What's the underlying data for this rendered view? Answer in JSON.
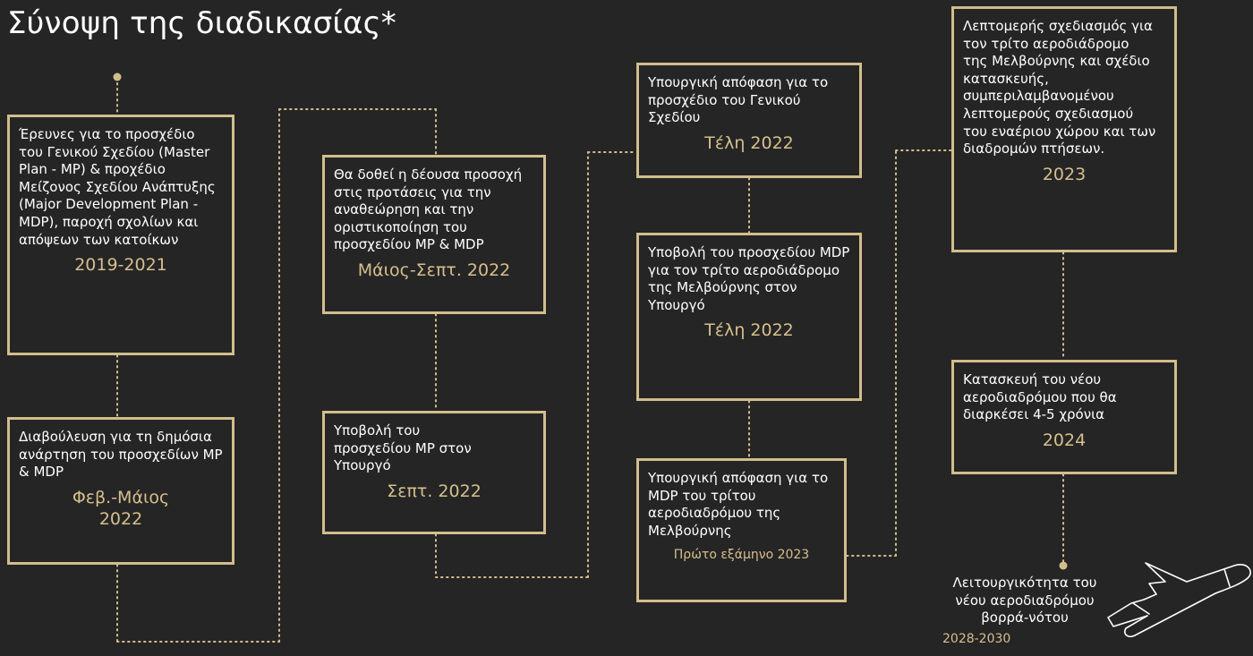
{
  "title": "Σύνοψη της διαδικασίας*",
  "steps": [
    {
      "desc": "Έρευνες για το προσχέδιο του Γενικού Σχεδίου (Master Plan - MP) & προχέδιο Μείζονος Σχεδίου Ανάπτυξης (Major Development Plan - MDP), παροχή σχολίων και απόψεων των κατοίκων",
      "date": "2019-2021"
    },
    {
      "desc": "Διαβούλευση για τη δημόσια ανάρτηση του προσχεδίων MP & MDP",
      "date": "Φεβ.-Μάιος 2022"
    },
    {
      "desc": "Θα δοθεί η δέουσα προσοχή στις προτάσεις για την αναθεώρηση και την οριστικοποίηση του προσχεδίου MP & MDP",
      "date": "Μάιος-Σεπτ. 2022"
    },
    {
      "desc": "Υποβολή του προσχεδίου MP στον Υπουργό",
      "date": "Σεπτ. 2022"
    },
    {
      "desc": "Υπουργική απόφαση για το προσχέδιο του Γενικού Σχεδίου",
      "date": "Τέλη 2022"
    },
    {
      "desc": "Υποβολή του προσχεδίου MDP για τον τρίτο αεροδιάδρομο της Μελβούρνης στον Υπουργό",
      "date": "Τέλη 2022"
    },
    {
      "desc": "Υπουργική απόφαση για το MDP του τρίτου αεροδιαδρόμου της Μελβούρνης",
      "date": "Πρώτο εξάμηνο 2023"
    },
    {
      "desc": "Λεπτομερής σχεδιασμός για τον τρίτο αεροδιάδρομο της Μελβούρνης και σχέδιο κατασκευής, συμπεριλαμβανομένου λεπτομερούς σχεδιασμού του εναέριου χώρου και των διαδρομών πτήσεων.",
      "date": "2023"
    },
    {
      "desc": "Κατασκευή του νέου αεροδιαδρόμου που θα διαρκέσει 4-5 χρόνια",
      "date": "2024"
    }
  ],
  "final": {
    "desc": "Λειτουργικότητα του νέου αεροδιαδρόμου βορρά-νότου",
    "date": "2028-2030"
  },
  "colors": {
    "background": "#252525",
    "accent": "#d2be8c",
    "text": "#ffffff"
  },
  "icons": {
    "plane": "airplane-icon"
  }
}
